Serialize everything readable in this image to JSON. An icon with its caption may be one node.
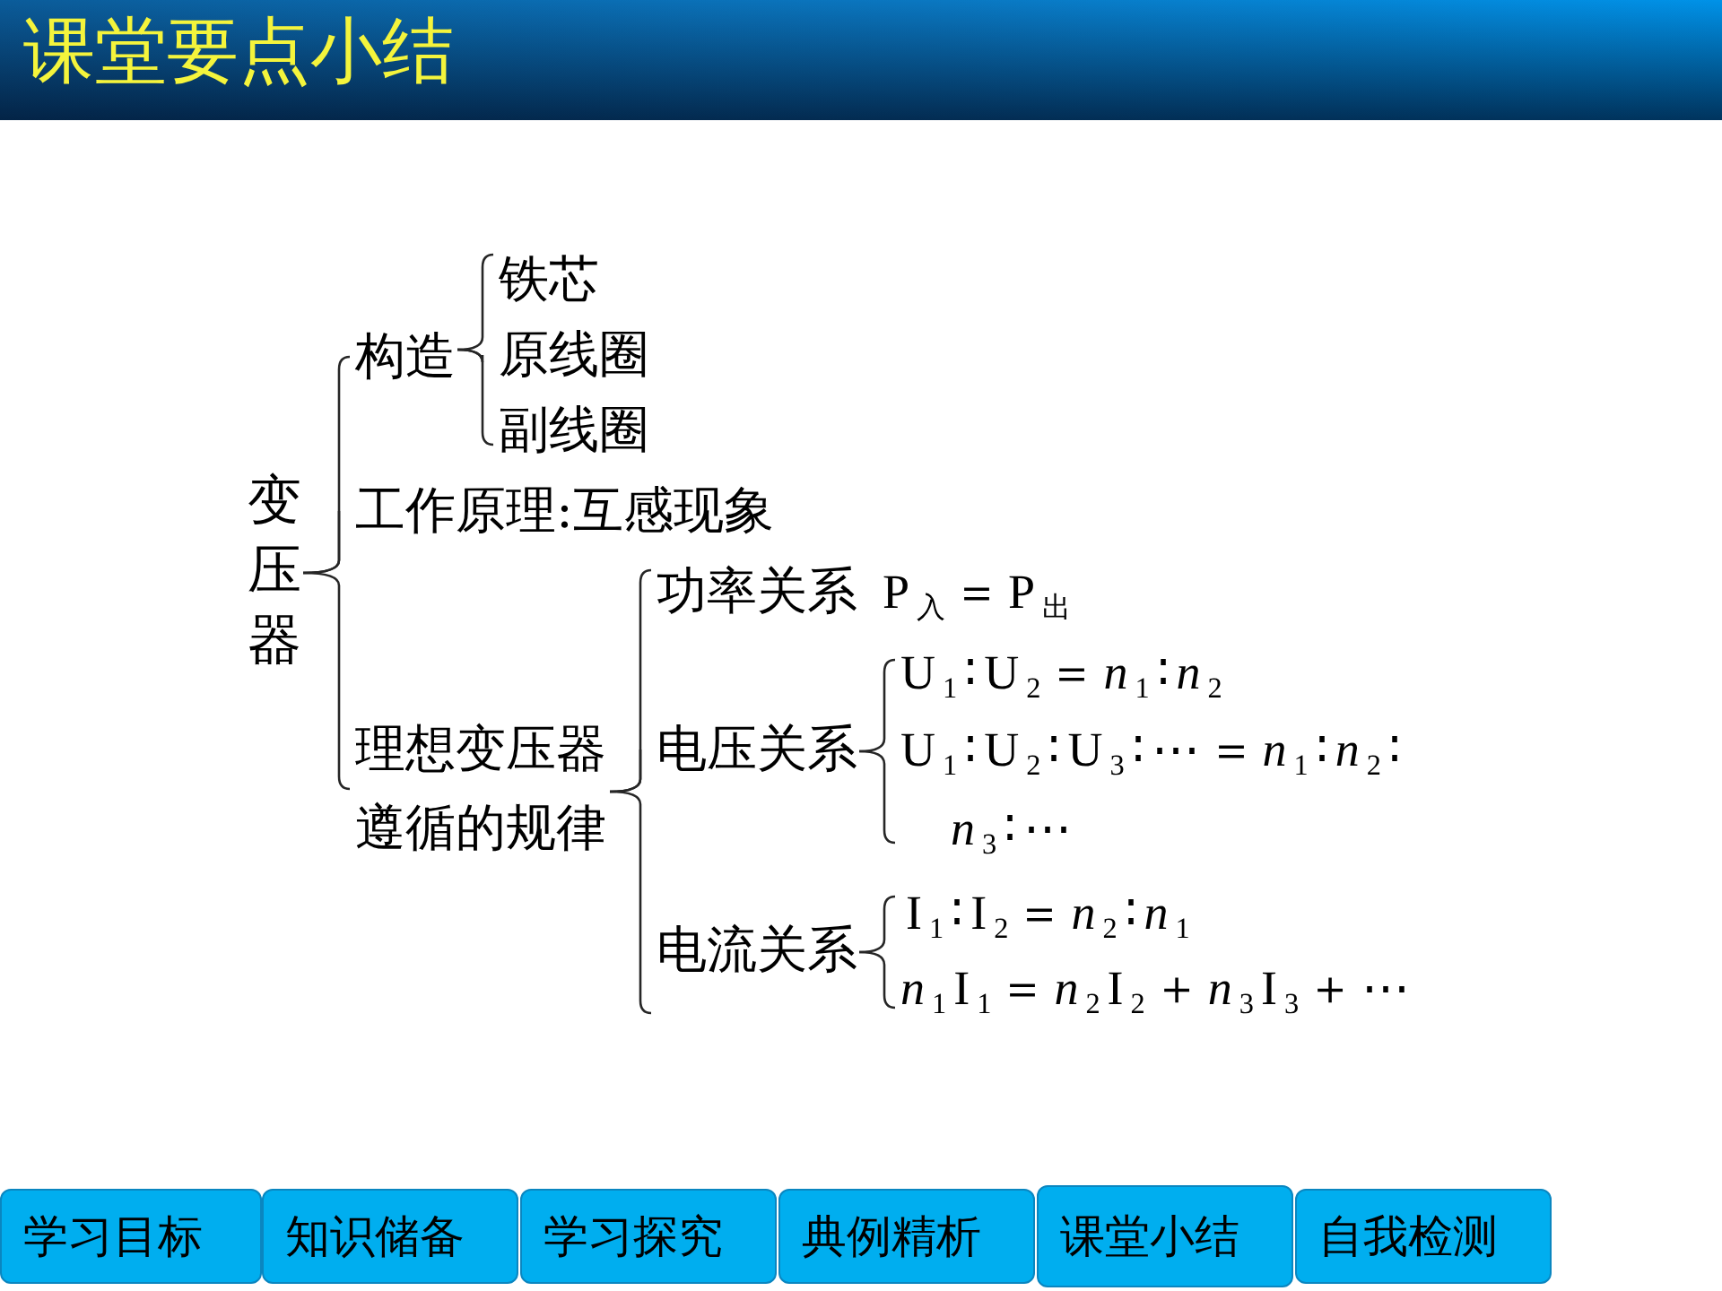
{
  "diagram": {
    "title": "课堂要点小结",
    "nodes": [
      {
        "text": [
          "变压器"
        ]
      },
      {
        "text": [
          "构造"
        ]
      },
      {
        "text": [
          "铁芯"
        ]
      },
      {
        "text": [
          "原线圈"
        ]
      },
      {
        "text": [
          "副线圈"
        ]
      },
      {
        "text": [
          "工作原理:互感现象"
        ]
      },
      {
        "text": [
          "理想变压器遵循的规律"
        ]
      },
      {
        "text": [
          "功率关系"
        ],
        "beside": [
          "P$_{入}$＝P$_{出}$"
        ]
      },
      {
        "text": [
          "电压关系"
        ]
      },
      {
        "text": [
          "U$_{1}$∶U$_{2}$＝*n*$_{1}$∶*n*$_{2}$"
        ]
      },
      {
        "text": [
          "U$_{1}$∶U$_{2}$∶U$_{3}$∶⋯＝*n*$_{1}$∶*n*$_{2}$∶ *n*$_{3}$∶⋯"
        ]
      },
      {
        "text": [
          "电流关系"
        ]
      },
      {
        "text": [
          "I$_{1}$∶I$_{2}$＝*n*$_{2}$∶*n*$_{1}$"
        ]
      },
      {
        "text": [
          "*n*$_{1}$I$_{1}$＝*n*$_{2}$I$_{2}$＋*n*$_{3}$I$_{3}$＋⋯"
        ]
      }
    ],
    "edges": [
      {
        "from": 0,
        "to": 1,
        "arrow": "none"
      },
      {
        "from": 0,
        "to": 5,
        "arrow": "none"
      },
      {
        "from": 0,
        "to": 6,
        "arrow": "none"
      },
      {
        "from": 1,
        "to": 2,
        "arrow": "none"
      },
      {
        "from": 1,
        "to": 3,
        "arrow": "none"
      },
      {
        "from": 1,
        "to": 4,
        "arrow": "none"
      },
      {
        "from": 6,
        "to": 7,
        "arrow": "none"
      },
      {
        "from": 6,
        "to": 8,
        "arrow": "none"
      },
      {
        "from": 6,
        "to": 11,
        "arrow": "none"
      },
      {
        "from": 8,
        "to": 9,
        "arrow": "none"
      },
      {
        "from": 8,
        "to": 10,
        "arrow": "none"
      },
      {
        "from": 11,
        "to": 12,
        "arrow": "none"
      },
      {
        "from": 11,
        "to": 13,
        "arrow": "none"
      }
    ],
    "labels": [
      "学习目标",
      "知识储备",
      "学习探究",
      "典例精析",
      "课堂小结",
      "自我检测"
    ]
  }
}
